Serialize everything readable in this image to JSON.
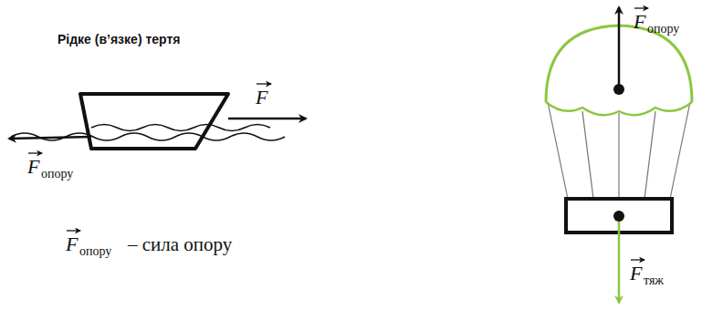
{
  "diagram": {
    "title": "Рідке (в’язке) тертя",
    "labels": [
      "F",
      "F",
      "опору",
      "F",
      "опору",
      "– сила опору",
      "F",
      "опору",
      "F",
      "тяж"
    ]
  }
}
